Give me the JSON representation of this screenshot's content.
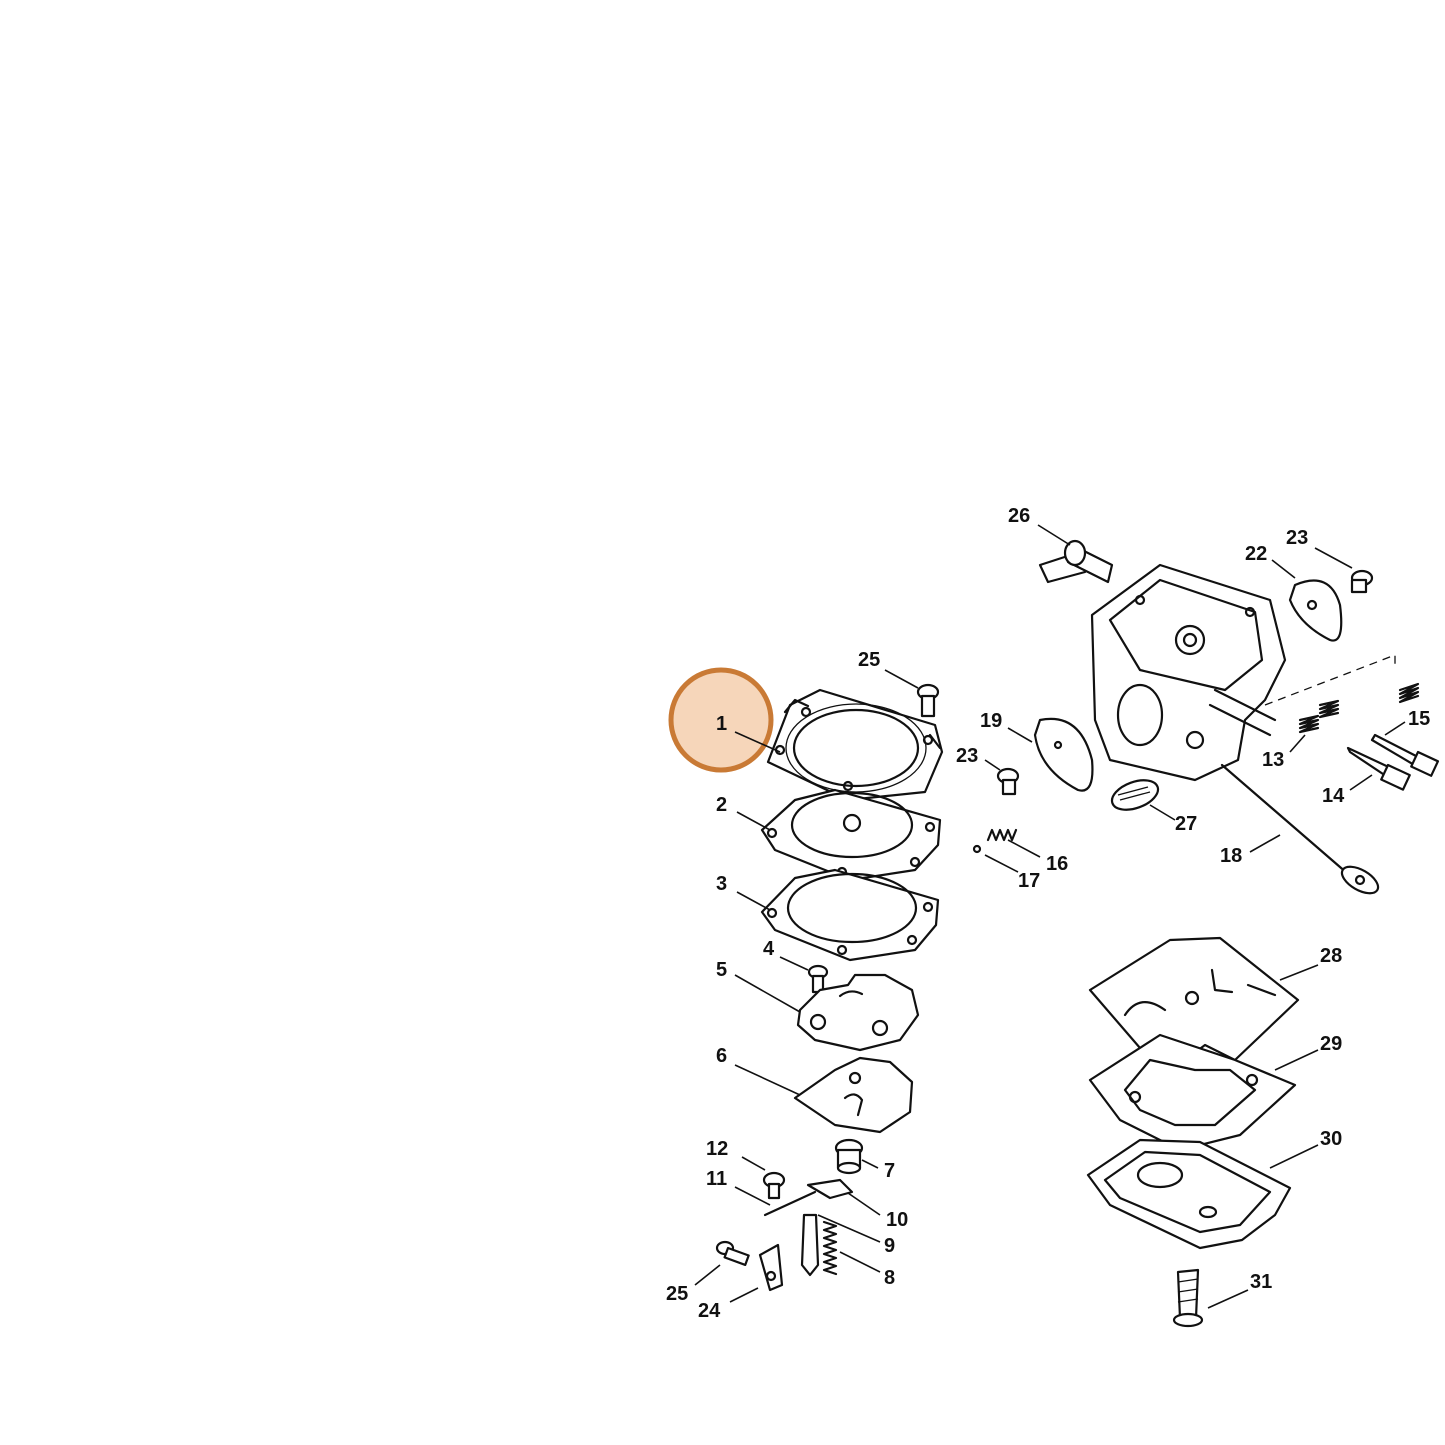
{
  "highlight": {
    "label": "1",
    "fill": "#f5cfae",
    "stroke": "#c97a35"
  },
  "callouts": [
    "1",
    "2",
    "3",
    "4",
    "5",
    "6",
    "7",
    "8",
    "9",
    "10",
    "11",
    "12",
    "13",
    "14",
    "15",
    "16",
    "17",
    "18",
    "19",
    "22",
    "23",
    "23",
    "24",
    "25",
    "25",
    "26",
    "27",
    "28",
    "29",
    "30",
    "31"
  ]
}
